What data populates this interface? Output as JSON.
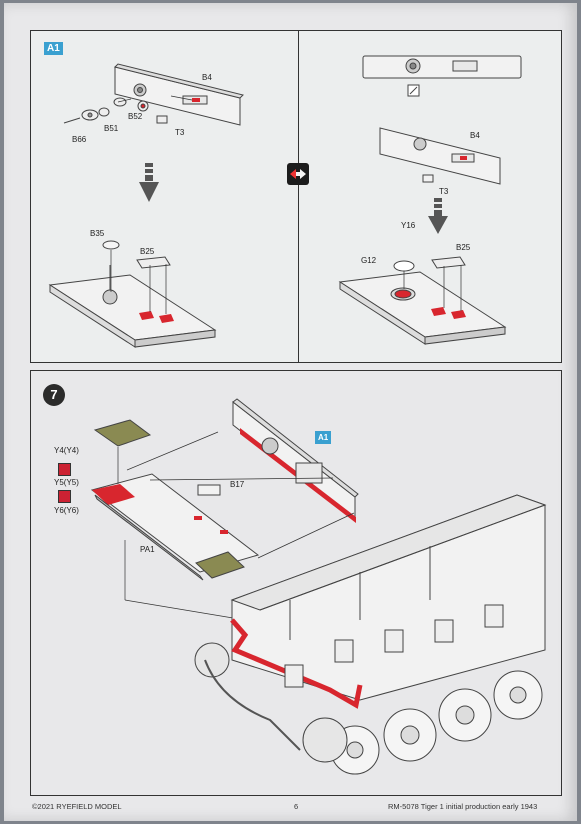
{
  "top_panel": {
    "badge": "A1",
    "left_labels": {
      "b4": "B4",
      "b52": "B52",
      "b51": "B51",
      "b66": "B66",
      "t3": "T3",
      "b35": "B35",
      "b25": "B25"
    },
    "right_labels": {
      "b4": "B4",
      "t3": "T3",
      "y16": "Y16",
      "g12": "G12",
      "b25": "B25"
    }
  },
  "step7": {
    "number": "7",
    "badge": "A1",
    "labels": {
      "y4": "Y4(Y4)",
      "y5": "Y5(Y5)",
      "y6": "Y6(Y6)",
      "b17": "B17",
      "pa1": "PA1"
    }
  },
  "footer": {
    "copyright": "©2021 RYEFIELD MODEL",
    "page_number": "6",
    "product": "RM-5078  Tiger 1 initial production early 1943"
  },
  "colors": {
    "accent_red": "#d8262e",
    "badge_blue": "#3aa0d0",
    "pe_olive": "#8a8a52"
  }
}
